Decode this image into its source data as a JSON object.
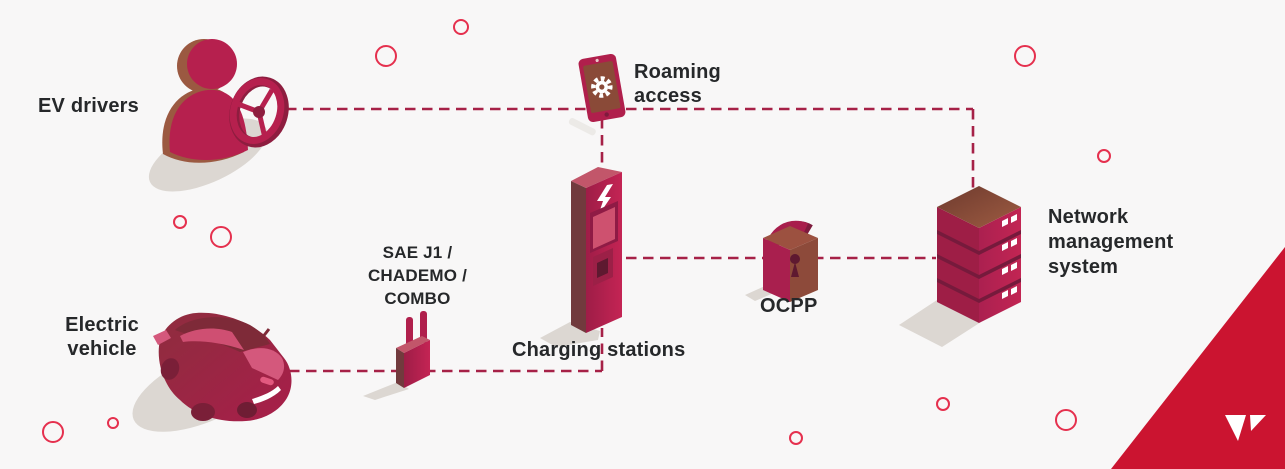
{
  "diagram": {
    "labels": {
      "ev_drivers": "EV drivers",
      "roaming_1": "Roaming",
      "roaming_2": "access",
      "connector_1": "SAE J1 /",
      "connector_2": "CHADEMO /",
      "connector_3": "COMBO",
      "charging_stations": "Charging stations",
      "vehicle_1": "Electric",
      "vehicle_2": "vehicle",
      "ocpp": "OCPP",
      "nms_1": "Network",
      "nms_2": "management",
      "nms_3": "system"
    },
    "icons": {
      "ev_drivers": "driver-steering-wheel-icon",
      "roaming_access": "smartphone-gear-icon",
      "connector": "charging-plug-icon",
      "charging_stations": "charging-station-icon",
      "electric_vehicle": "car-icon",
      "ocpp": "padlock-icon",
      "network_management": "server-stack-icon",
      "brand": "v-arrow-logo"
    },
    "connections": [
      {
        "from": "ev-drivers",
        "to": "network-management-system",
        "via": "roaming-access",
        "style": "dashed"
      },
      {
        "from": "roaming-access",
        "to": "charging-stations",
        "style": "dashed"
      },
      {
        "from": "charging-stations",
        "to": "network-management-system",
        "via": "ocpp",
        "style": "dashed"
      },
      {
        "from": "electric-vehicle",
        "to": "charging-stations",
        "via": "sae-connector",
        "style": "dashed"
      }
    ],
    "colors": {
      "background": "#f8f7f7",
      "crimson": "#b6204e",
      "dark_crimson": "#8e1d44",
      "brown_side": "#9b5941",
      "dashed_line": "#a62147",
      "dot_outline": "#e5304e",
      "shadow": "#dcd7d2",
      "text": "#26282a",
      "corner_red": "#cb1430",
      "white": "#ffffff"
    }
  }
}
